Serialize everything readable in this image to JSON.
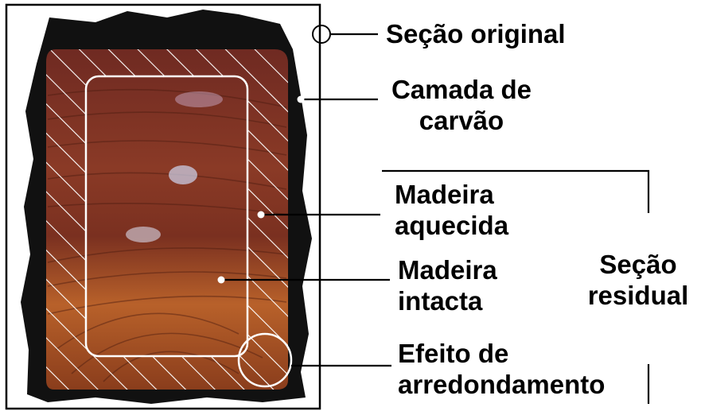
{
  "labels": {
    "original_section": "Seção original",
    "char_layer": [
      "Camada de",
      "carvão"
    ],
    "heated_wood": [
      "Madeira",
      "aquecida"
    ],
    "intact_wood": [
      "Madeira",
      "intacta"
    ],
    "residual_section": [
      "Seção",
      "residual"
    ],
    "rounding_effect": [
      "Efeito de",
      "arredondamento"
    ]
  },
  "colors": {
    "char": "#111111",
    "wood_light": "#c9772d",
    "wood_dark": "#6e2b1c",
    "outline": "#ffffff",
    "leader": "#000000"
  }
}
